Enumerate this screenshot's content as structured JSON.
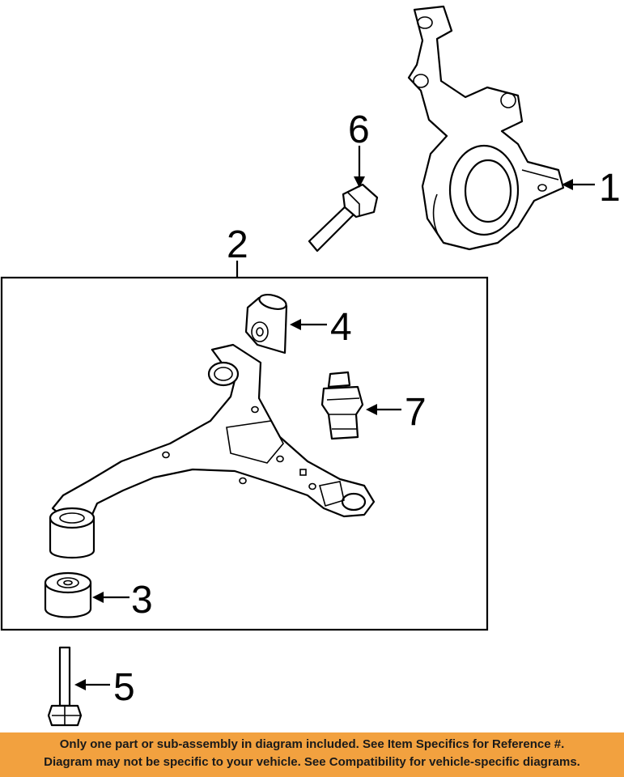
{
  "callouts": {
    "c1": "1",
    "c2": "2",
    "c3": "3",
    "c4": "4",
    "c5": "5",
    "c6": "6",
    "c7": "7"
  },
  "footer": {
    "line1": "Only one part or sub-assembly in diagram included. See Item Specifics for Reference #.",
    "line2": "Diagram may not be specific to your vehicle. See Compatibility for vehicle-specific diagrams."
  },
  "colors": {
    "footer_background": "#f2a13f",
    "line_art": "#000000",
    "background": "#ffffff"
  }
}
